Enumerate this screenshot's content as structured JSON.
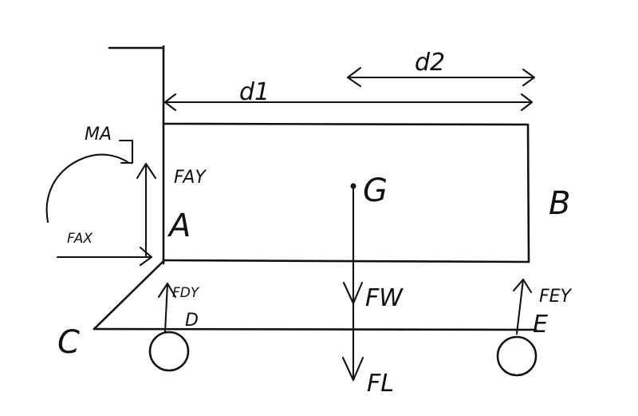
{
  "labels": {
    "d1": "d1",
    "d2": "d2",
    "ma": "MA",
    "fay": "FAY",
    "a": "A",
    "fax": "FAX",
    "g": "G",
    "b": "B",
    "fdy": "FDY",
    "d": "D",
    "c": "C",
    "fw": "FW",
    "fl": "FL",
    "fey": "FEY",
    "e": "E"
  },
  "colors": {
    "ink": "#111111",
    "background": "#ffffff"
  }
}
